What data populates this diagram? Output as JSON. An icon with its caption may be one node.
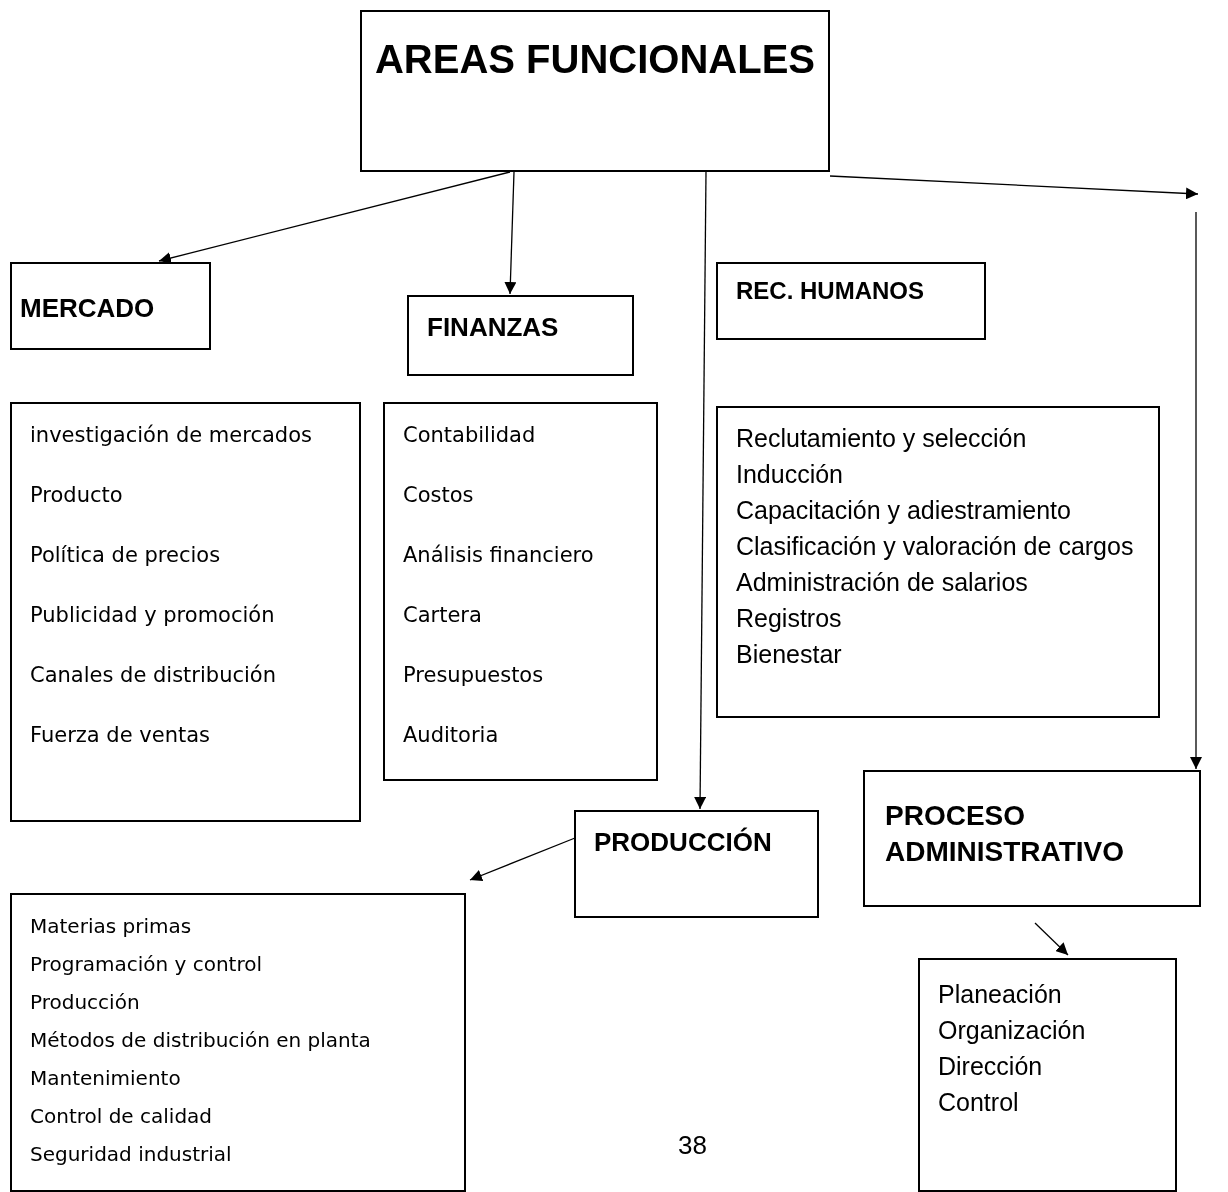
{
  "diagram": {
    "nodes": [
      {
        "text": [
          "AREAS FUNCIONALES"
        ]
      },
      {
        "text": [
          "MERCADO"
        ]
      },
      {
        "text": [
          "FINANZAS"
        ]
      },
      {
        "text": [
          "REC. HUMANOS"
        ]
      },
      {
        "text": [
          "investigación de mercados",
          "Producto",
          "Política de precios",
          "Publicidad y promoción",
          "Canales de distribución",
          "Fuerza de ventas"
        ]
      },
      {
        "text": [
          "Contabilidad",
          "Costos",
          "Análisis financiero",
          "Cartera",
          "Presupuestos",
          "Auditoria"
        ]
      },
      {
        "text": [
          "Reclutamiento y selección",
          "Inducción",
          "Capacitación y adiestramiento",
          "Clasificación y valoración de cargos",
          "Administración de salarios",
          "Registros",
          "Bienestar"
        ]
      },
      {
        "text": [
          "PROCESO ADMINISTRATIVO"
        ]
      },
      {
        "text": [
          "Materias primas",
          "Programación y control",
          "Producción",
          "Métodos de distribución en planta",
          "Mantenimiento",
          "Control de calidad",
          "Seguridad industrial"
        ]
      },
      {
        "text": [
          "PRODUCCIÓN"
        ]
      },
      {
        "text": [
          "Planeación",
          "Organización",
          "Dirección",
          "Control"
        ]
      }
    ],
    "edges": [
      {
        "from": 0,
        "to": 1,
        "arrow": "to"
      },
      {
        "from": 0,
        "to": 2,
        "arrow": "to"
      },
      {
        "from": 0,
        "to": 9,
        "arrow": "to"
      },
      {
        "from": 0,
        "to": null,
        "arrow": "to"
      },
      {
        "from": null,
        "to": 7,
        "arrow": "to"
      },
      {
        "from": 9,
        "to": 8,
        "arrow": "to"
      },
      {
        "from": 7,
        "to": 10,
        "arrow": "to"
      }
    ],
    "labels": [
      "38"
    ]
  }
}
